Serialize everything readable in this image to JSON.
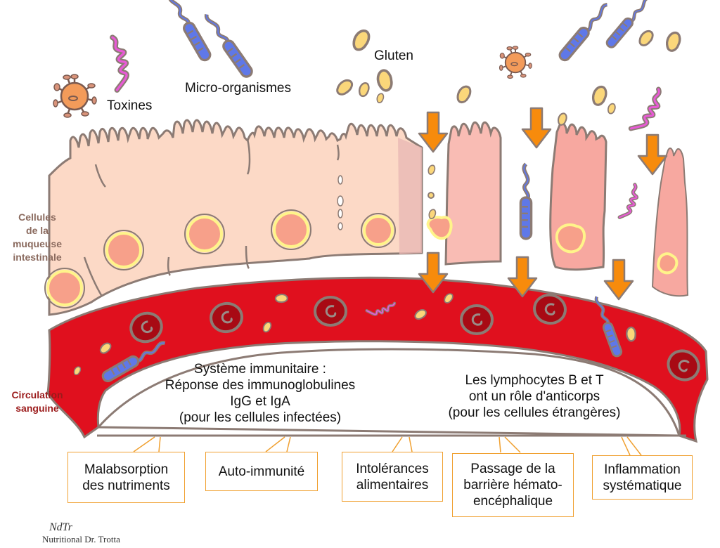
{
  "labels": {
    "toxins": "Toxines",
    "microorganisms": "Micro-organismes",
    "gluten": "Gluten"
  },
  "side_labels": {
    "mucosa": [
      "Cellules",
      "de la",
      "muqueuse",
      "intestinale"
    ],
    "circulation": [
      "Circulation",
      "sanguine"
    ]
  },
  "immune": {
    "left": [
      "Système immunitaire :",
      "Réponse des immunoglobulines",
      "IgG et IgA",
      "(pour les cellules infectées)"
    ],
    "right": [
      "Les lymphocytes B et T",
      "ont un rôle d'anticorps",
      "(pour les cellules étrangères)"
    ]
  },
  "consequences": [
    {
      "lines": [
        "Malabsorption",
        "des nutriments"
      ]
    },
    {
      "lines": [
        "Auto-immunité"
      ]
    },
    {
      "lines": [
        "Intolérances",
        "alimentaires"
      ]
    },
    {
      "lines": [
        "Passage de la",
        "barrière hémato-",
        "encéphalique"
      ]
    },
    {
      "lines": [
        "Inflammation",
        "systématique"
      ]
    }
  ],
  "signature": {
    "mark": "NdTr",
    "text": "Nutritional Dr. Trotta"
  },
  "colors": {
    "mucosa_label": "#8a6a5e",
    "circulation_label": "#9b1b1b",
    "blood": "#e0101e",
    "healthy_cell": "#fcd9c6",
    "damaged_cell": "#f7b3aa",
    "arrow": "#f78b0c",
    "box_border": "#f0a030",
    "gluten": "#fbd77a",
    "bacteria": "#5f78e8",
    "toxin_spiral": "#e85ad6",
    "virus": "#f39b5a",
    "outline": "#8c7b74"
  },
  "icons": [
    "virus-icon",
    "spirochete-icon",
    "bacteria-icon",
    "gluten-particle-icon",
    "red-blood-cell-icon",
    "arrow-down-icon"
  ]
}
